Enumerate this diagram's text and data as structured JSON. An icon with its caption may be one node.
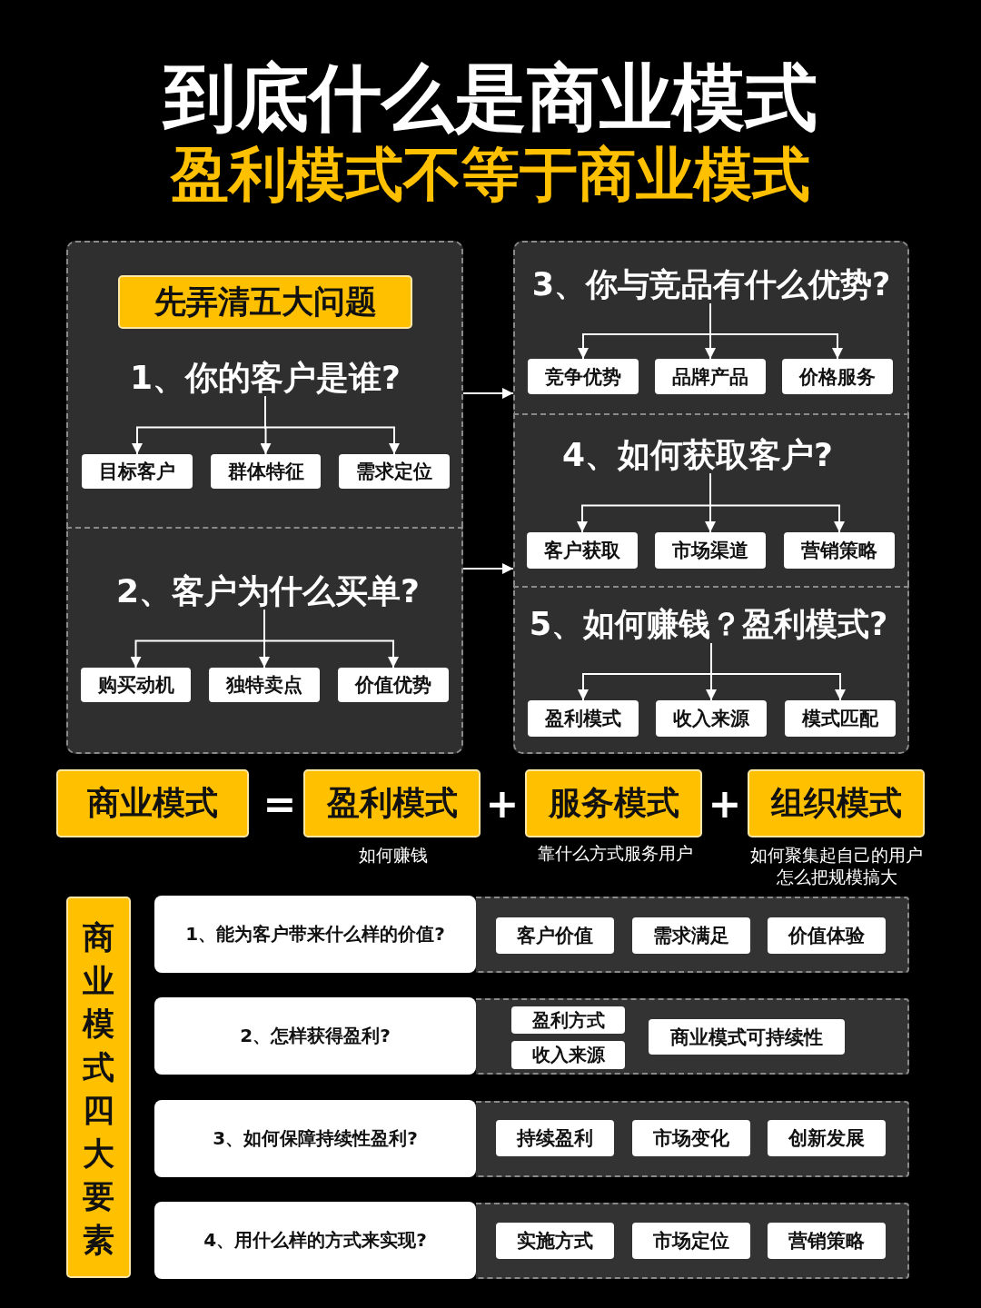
{
  "diagram": {
    "title": "到底什么是商业模式",
    "nodes": [
      {
        "text": [],
        "shape": "box"
      },
      {
        "text": [
          "先弄清五大问题"
        ],
        "in": 0
      },
      {
        "text": [
          "1、你的客户是谁?"
        ],
        "in": 0
      },
      {
        "text": [
          "目标客户"
        ],
        "in": 0
      },
      {
        "text": [
          "群体特征"
        ],
        "in": 0
      },
      {
        "text": [
          "需求定位"
        ],
        "in": 0
      },
      {
        "text": [],
        "shape": "box"
      },
      {
        "text": [
          "2、客户为什么买单?"
        ],
        "in": 6
      },
      {
        "text": [
          "购买动机"
        ],
        "in": 6
      },
      {
        "text": [
          "独特卖点"
        ],
        "in": 6
      },
      {
        "text": [
          "价值优势"
        ],
        "in": 6
      },
      {
        "text": [],
        "shape": "box"
      },
      {
        "text": [
          "3、你与竞品有什么优势?"
        ],
        "in": 11
      },
      {
        "text": [
          "竞争优势"
        ],
        "in": 11
      },
      {
        "text": [
          "品牌产品"
        ],
        "in": 11
      },
      {
        "text": [
          "价格服务"
        ],
        "in": 11
      },
      {
        "text": [],
        "shape": "box"
      },
      {
        "text": [
          "4、如何获取客户?"
        ],
        "in": 16
      },
      {
        "text": [
          "客户获取"
        ],
        "in": 16
      },
      {
        "text": [
          "市场渠道"
        ],
        "in": 16
      },
      {
        "text": [
          "营销策略"
        ],
        "in": 16
      },
      {
        "text": [],
        "shape": "box"
      },
      {
        "text": [
          "5、如何赚钱？盈利模式?"
        ],
        "in": 21
      },
      {
        "text": [
          "盈利模式"
        ],
        "in": 21
      },
      {
        "text": [
          "收入来源"
        ],
        "in": 21
      },
      {
        "text": [
          "模式匹配"
        ],
        "in": 21
      },
      {
        "text": [
          "商业模式"
        ]
      },
      {
        "text": [
          "盈利模式"
        ],
        "beside": [
          "如何赚钱"
        ]
      },
      {
        "text": [
          "服务模式"
        ],
        "beside": [
          "靠什么方式服务用户"
        ]
      },
      {
        "text": [
          "组织模式"
        ],
        "beside": [
          "如何聚集起自己的用户",
          "怎么把规模搞大"
        ]
      },
      {
        "text": [
          "商业模式四大要素"
        ]
      },
      {
        "text": [
          "1、能为客户带来什么样的价值?"
        ]
      },
      {
        "text": [],
        "shape": "box"
      },
      {
        "text": [
          "客户价值"
        ],
        "in": 32
      },
      {
        "text": [
          "需求满足"
        ],
        "in": 32
      },
      {
        "text": [
          "价值体验"
        ],
        "in": 32
      },
      {
        "text": [
          "2、怎样获得盈利?"
        ]
      },
      {
        "text": [],
        "shape": "box"
      },
      {
        "text": [
          "盈利方式"
        ],
        "in": 37
      },
      {
        "text": [
          "收入来源"
        ],
        "in": 37
      },
      {
        "text": [
          "商业模式可持续性"
        ],
        "in": 37
      },
      {
        "text": [
          "3、如何保障持续性盈利?"
        ]
      },
      {
        "text": [],
        "shape": "box"
      },
      {
        "text": [
          "持续盈利"
        ],
        "in": 42
      },
      {
        "text": [
          "市场变化"
        ],
        "in": 42
      },
      {
        "text": [
          "创新发展"
        ],
        "in": 42
      },
      {
        "text": [
          "4、用什么样的方式来实现?"
        ]
      },
      {
        "text": [],
        "shape": "box"
      },
      {
        "text": [
          "实施方式"
        ],
        "in": 47
      },
      {
        "text": [
          "市场定位"
        ],
        "in": 47
      },
      {
        "text": [
          "营销策略"
        ],
        "in": 47
      }
    ],
    "edges": [
      {
        "from": 2,
        "to": 3,
        "arrow": "to"
      },
      {
        "from": 2,
        "to": 4,
        "arrow": "to"
      },
      {
        "from": 2,
        "to": 5,
        "arrow": "to"
      },
      {
        "from": 7,
        "to": 8,
        "arrow": "to"
      },
      {
        "from": 7,
        "to": 9,
        "arrow": "to"
      },
      {
        "from": 7,
        "to": 10,
        "arrow": "to"
      },
      {
        "from": 12,
        "to": 13,
        "arrow": "to"
      },
      {
        "from": 12,
        "to": 14,
        "arrow": "to"
      },
      {
        "from": 12,
        "to": 15,
        "arrow": "to"
      },
      {
        "from": 17,
        "to": 18,
        "arrow": "to"
      },
      {
        "from": 17,
        "to": 19,
        "arrow": "to"
      },
      {
        "from": 17,
        "to": 20,
        "arrow": "to"
      },
      {
        "from": 22,
        "to": 23,
        "arrow": "to"
      },
      {
        "from": 22,
        "to": 24,
        "arrow": "to"
      },
      {
        "from": 22,
        "to": 25,
        "arrow": "to"
      },
      {
        "from": 0,
        "to": 11,
        "arrow": "to"
      },
      {
        "from": 6,
        "to": 16,
        "arrow": "to"
      }
    ],
    "labels": [
      "盈利模式不等于商业模式",
      "=",
      "+",
      "+"
    ]
  }
}
